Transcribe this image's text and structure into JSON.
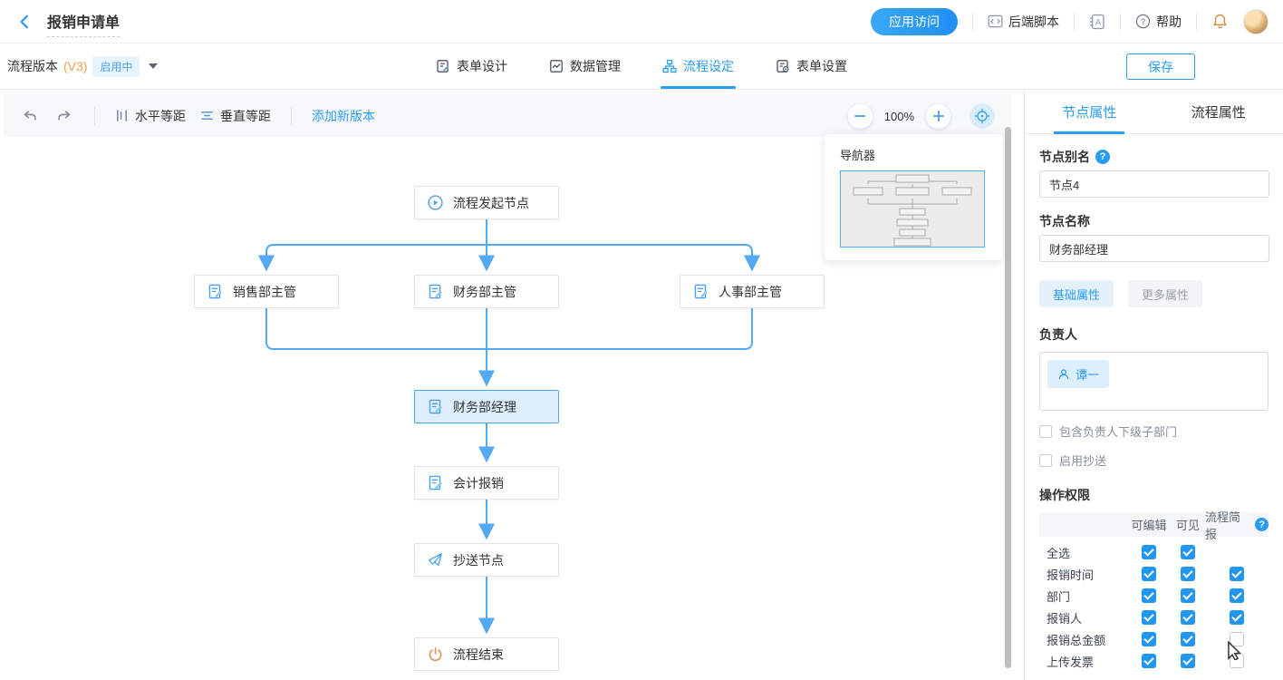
{
  "colors": {
    "accent": "#2b9cf3",
    "edge": "#55a9f2",
    "power_orange": "#dd9256",
    "version_orange": "#f79b4a"
  },
  "header": {
    "title": "报销申请单",
    "app_access_button": "应用访问",
    "backend_script": "后端脚本",
    "help": "帮助"
  },
  "subheader": {
    "version_label": "流程版本",
    "version_tag": "(V3)",
    "status_badge": "启用中",
    "tabs": [
      {
        "label": "表单设计"
      },
      {
        "label": "数据管理"
      },
      {
        "label": "流程设定"
      },
      {
        "label": "表单设置"
      }
    ],
    "active_tab_index": 2,
    "save_button": "保存"
  },
  "canvas_toolbar": {
    "horizontal_equalize": "水平等距",
    "vertical_equalize": "垂直等距",
    "add_new_version": "添加新版本",
    "zoom_level": "100%"
  },
  "navigator": {
    "title": "导航器"
  },
  "flow": {
    "nodes": [
      {
        "label": "流程发起节点",
        "icon": "play-circle-icon",
        "selected": false
      },
      {
        "label": "销售部主管",
        "icon": "approval-doc-icon",
        "selected": false
      },
      {
        "label": "财务部主管",
        "icon": "approval-doc-icon",
        "selected": false
      },
      {
        "label": "人事部主管",
        "icon": "approval-doc-icon",
        "selected": false
      },
      {
        "label": "财务部经理",
        "icon": "approval-doc-icon",
        "selected": true
      },
      {
        "label": "会计报销",
        "icon": "approval-doc-icon",
        "selected": false
      },
      {
        "label": "抄送节点",
        "icon": "paper-plane-icon",
        "selected": false
      },
      {
        "label": "流程结束",
        "icon": "power-icon",
        "selected": false
      }
    ]
  },
  "panel": {
    "tabs": [
      {
        "label": "节点属性"
      },
      {
        "label": "流程属性"
      }
    ],
    "active_tab_index": 0,
    "node_alias_label": "节点别名",
    "node_alias_value": "节点4",
    "node_name_label": "节点名称",
    "node_name_value": "财务部经理",
    "basic_props_button": "基础属性",
    "more_props_button": "更多属性",
    "owner_label": "负责人",
    "owner_tag": "谭一",
    "option_include_sub_departments": "包含负责人下级子部门",
    "option_enable_cc": "启用抄送",
    "permissions": {
      "title": "操作权限",
      "columns": [
        "可编辑",
        "可见",
        "流程简报"
      ],
      "rows": [
        {
          "label": "全选",
          "editable": true,
          "visible": true,
          "report": null
        },
        {
          "label": "报销时间",
          "editable": true,
          "visible": true,
          "report": true
        },
        {
          "label": "部门",
          "editable": true,
          "visible": true,
          "report": true
        },
        {
          "label": "报销人",
          "editable": true,
          "visible": true,
          "report": true
        },
        {
          "label": "报销总金额",
          "editable": true,
          "visible": true,
          "report": false
        },
        {
          "label": "上传发票",
          "editable": true,
          "visible": true,
          "report": false
        }
      ]
    }
  }
}
